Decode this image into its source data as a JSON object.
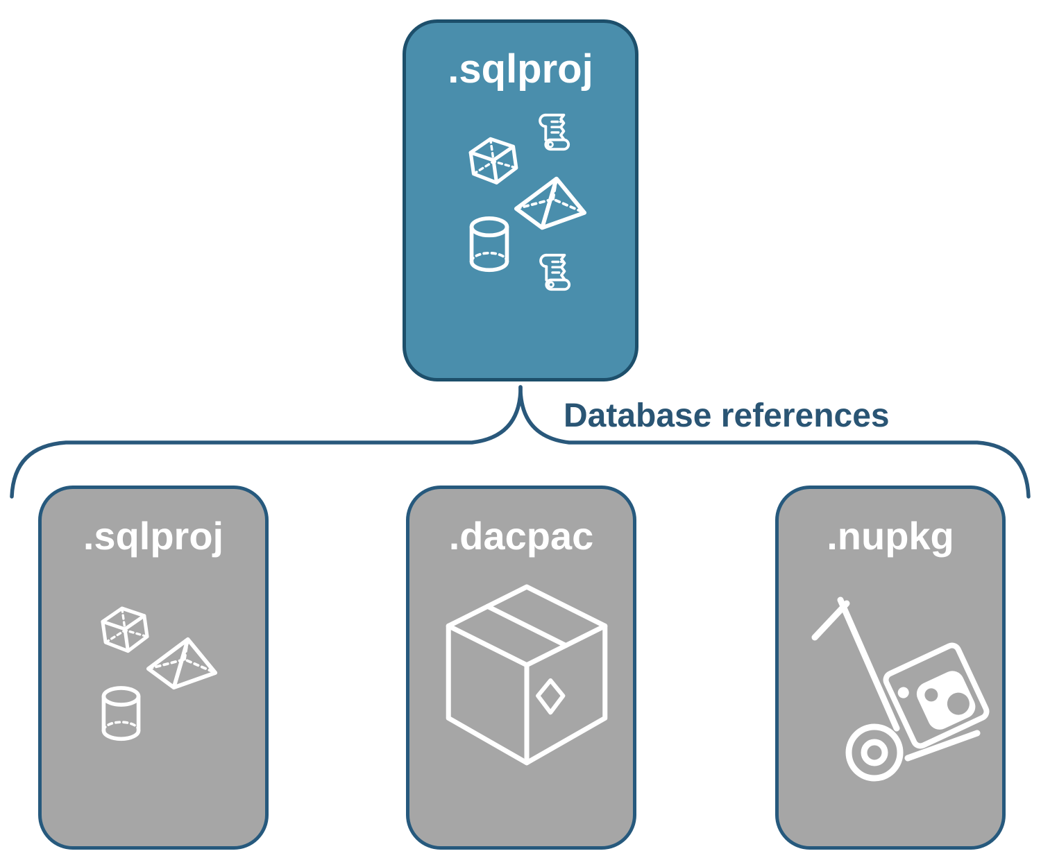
{
  "diagram": {
    "root": {
      "label": ".sqlproj",
      "icons": [
        "cube-icon",
        "scroll-icon",
        "pyramid-icon",
        "cylinder-icon",
        "scroll-icon"
      ]
    },
    "connector_label": "Database references",
    "children": [
      {
        "label": ".sqlproj",
        "icons": [
          "cube-icon",
          "pyramid-icon",
          "cylinder-icon"
        ]
      },
      {
        "label": ".dacpac",
        "icons": [
          "package-box-icon"
        ]
      },
      {
        "label": ".nupkg",
        "icons": [
          "hand-truck-package-icon"
        ]
      }
    ],
    "colors": {
      "root_fill": "#4a8eac",
      "root_border": "#1d4f6b",
      "child_fill": "#a6a6a6",
      "child_border": "#26597d",
      "connector": "#29587b",
      "label_text": "#2a5574",
      "icon_stroke": "#ffffff"
    }
  }
}
